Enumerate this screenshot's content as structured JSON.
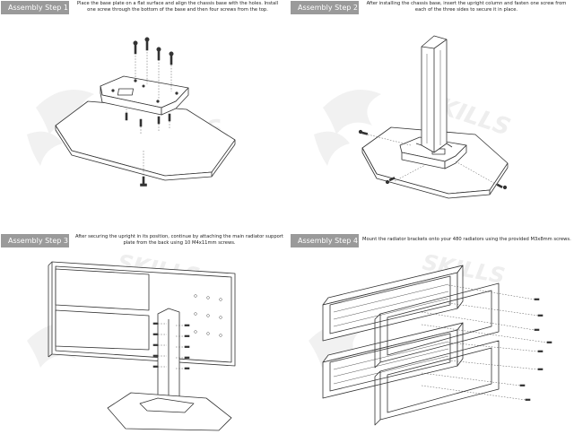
{
  "watermark": {
    "brand": "SKILLS"
  },
  "steps": [
    {
      "label": "Assembly Step 1",
      "description": "Place the base plate on a flat surface and align the chassis base with the holes. Install one screw through the bottom of the base and then four screws from the top."
    },
    {
      "label": "Assembly Step 2",
      "description": "After installing the chassis base, insert the upright column and fasten one screw from each of the three sides to secure it in place."
    },
    {
      "label": "Assembly Step 3",
      "description": "After securing the upright in its position, continue by attaching the main radiator support plate from the back using 10 M4x11mm screws."
    },
    {
      "label": "Assembly Step 4",
      "description": "Mount the radiator brackets onto your 480 radiators using the provided M3x8mm screws."
    }
  ]
}
